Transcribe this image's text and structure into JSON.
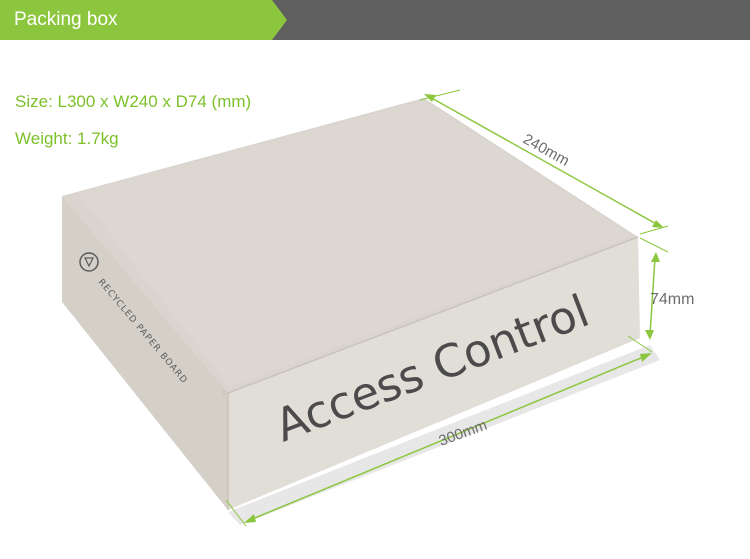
{
  "header": {
    "title": "Packing box",
    "accent_color": "#8cc63f",
    "bar_color": "#5f5f5f"
  },
  "specs": {
    "size": "Size: L300 x W240 x D74 (mm)",
    "weight": "Weight: 1.7kg"
  },
  "box": {
    "front_print": "Access Control",
    "side_print": "RECYCLED PAPER BOARD",
    "color": "#ddd9d2"
  },
  "dimensions": {
    "width_label": "240mm",
    "depth_label": "74mm",
    "length_label": "300mm",
    "line_color": "#8cc63f"
  }
}
